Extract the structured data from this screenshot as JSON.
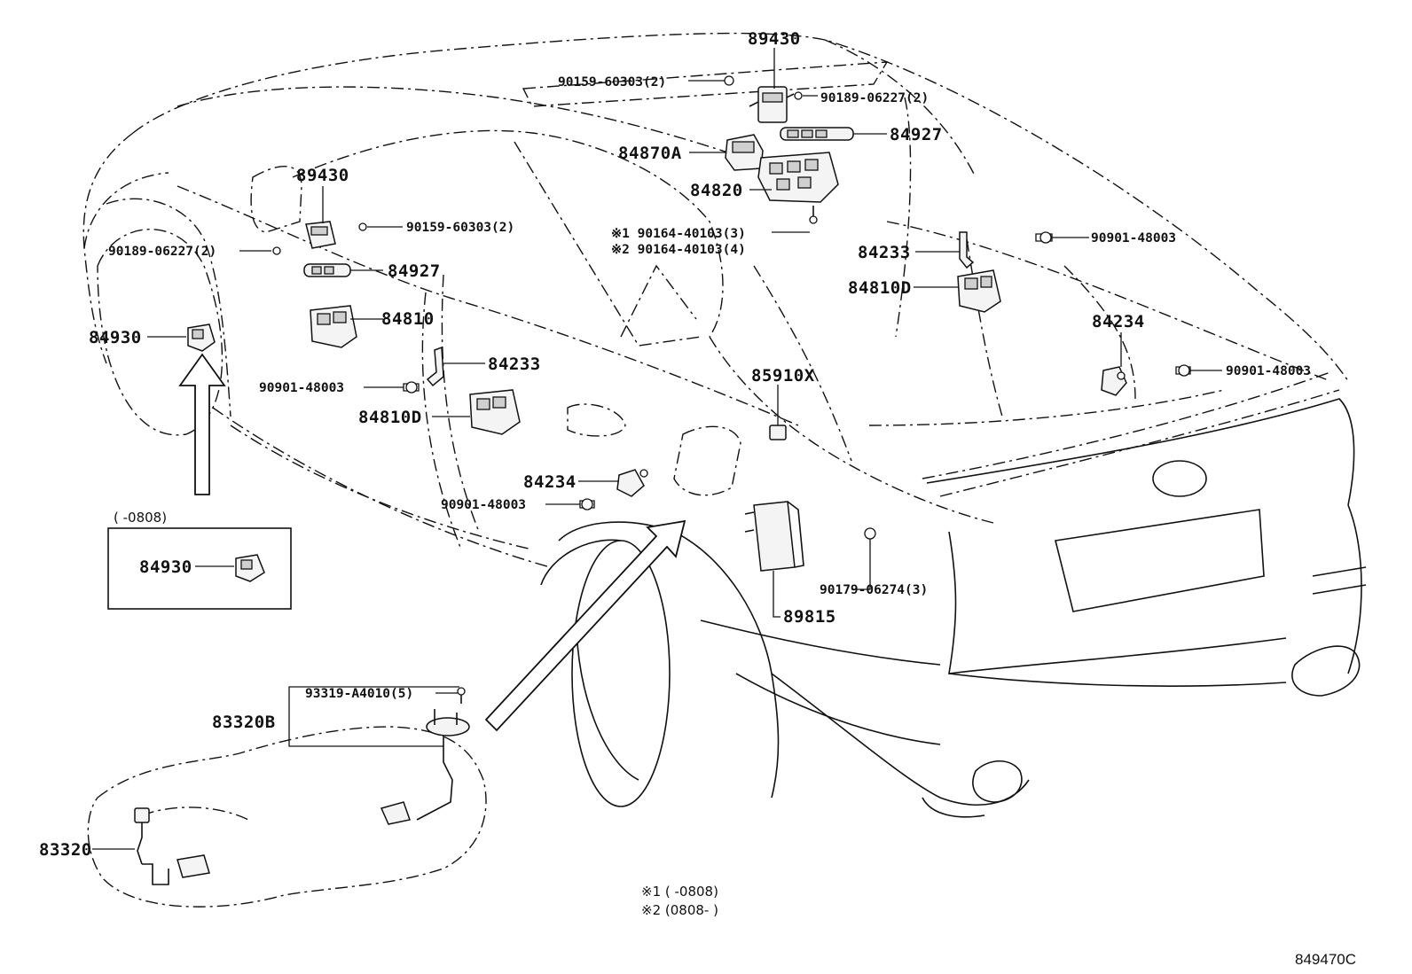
{
  "labels": {
    "p89430_top": "89430",
    "p90159_top": "90159-60303(2)",
    "p90189_top": "90189-06227(2)",
    "p84927_top": "84927",
    "p84870A": "84870A",
    "p84820": "84820",
    "p90164_1": "※1 90164-40103(3)",
    "p90164_2": "※2 90164-40103(4)",
    "p84233_right": "84233",
    "p90901_right1": "90901-48003",
    "p84810D_right": "84810D",
    "p84234_right": "84234",
    "p90901_right2": "90901-48003",
    "p89430_left": "89430",
    "p90159_left": "90159-60303(2)",
    "p90189_left": "90189-06227(2)",
    "p84927_left": "84927",
    "p84810": "84810",
    "p84930": "84930",
    "p84233_left": "84233",
    "p90901_left": "90901-48003",
    "p84810D_left": "84810D",
    "p85910X": "85910X",
    "p84234_left": "84234",
    "p90901_center": "90901-48003",
    "p89815": "89815",
    "p90179": "90179-06274(3)",
    "p93319": "93319-A4010(5)",
    "p83320B": "83320B",
    "p83320": "83320",
    "inset_period": "(       -0808)",
    "inset_part": "84930"
  },
  "notes": {
    "note1": "※1 (       -0808)",
    "note2": "※2 (0808-        )"
  },
  "diagram_code": "849470C"
}
